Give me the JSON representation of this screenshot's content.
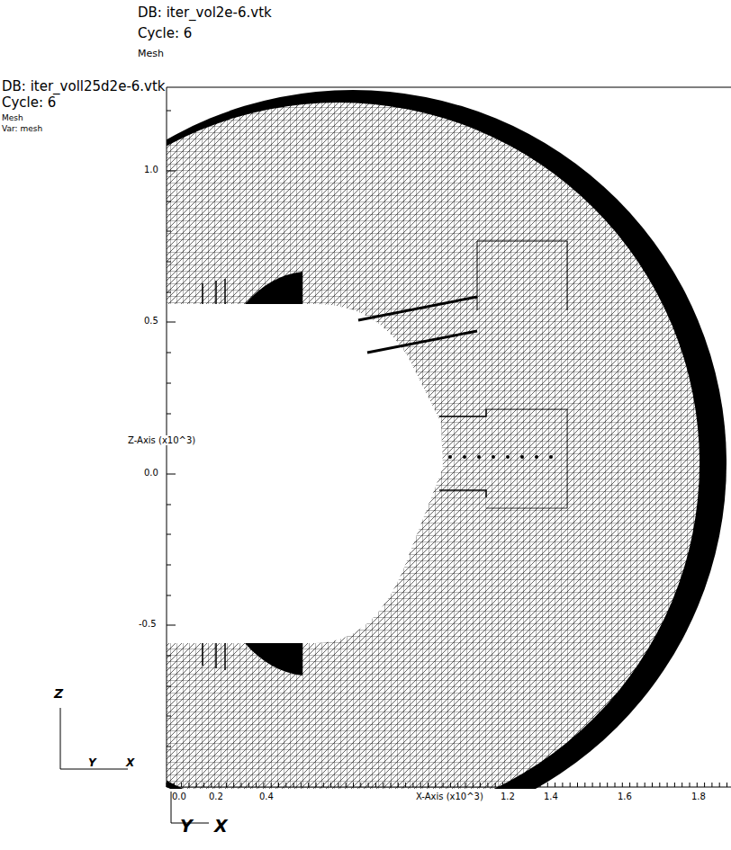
{
  "diagram": {
    "labels": [
      "DB: iter_vol2e-6.vtk",
      "Cycle: 6",
      "Mesh",
      "DB: iter_voll25d2e-6.vtk",
      "Cycle: 6",
      "Mesh",
      "Var: mesh",
      "1.0",
      "0.5",
      "Z-Axis (x10^3)",
      "0.0",
      "-0.5",
      "Z",
      "Y",
      "X",
      "0.0",
      "0.2",
      "0.4",
      "X-Axis (x10^3)",
      "1.2",
      "1.4",
      "1.6",
      "1.8",
      "Y",
      "X"
    ]
  }
}
